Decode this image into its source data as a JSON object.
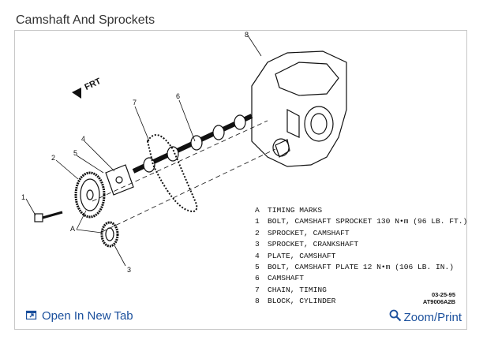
{
  "header": {
    "title": "Camshaft And Sprockets"
  },
  "figure": {
    "direction_label": "FRT",
    "callouts": [
      "8",
      "7",
      "6",
      "2",
      "5",
      "4",
      "1",
      "A",
      "3"
    ],
    "legend": [
      {
        "key": "A",
        "text": "TIMING MARKS"
      },
      {
        "key": "1",
        "text": "BOLT, CAMSHAFT SPROCKET 130 N•m (96 LB. FT.)"
      },
      {
        "key": "2",
        "text": "SPROCKET, CAMSHAFT"
      },
      {
        "key": "3",
        "text": "SPROCKET, CRANKSHAFT"
      },
      {
        "key": "4",
        "text": "PLATE, CAMSHAFT"
      },
      {
        "key": "5",
        "text": "BOLT, CAMSHAFT PLATE 12 N•m (106 LB. IN.)"
      },
      {
        "key": "6",
        "text": "CAMSHAFT"
      },
      {
        "key": "7",
        "text": "CHAIN, TIMING"
      },
      {
        "key": "8",
        "text": "BLOCK, CYLINDER"
      }
    ],
    "stamp_date": "03-25-95",
    "stamp_code": "AT9006A2B"
  },
  "footer": {
    "open_tab_label": "Open In New Tab",
    "zoom_print_label": "Zoom/Print"
  },
  "colors": {
    "link": "#1a4f9c",
    "border": "#c8c8c8",
    "title": "#333333"
  }
}
